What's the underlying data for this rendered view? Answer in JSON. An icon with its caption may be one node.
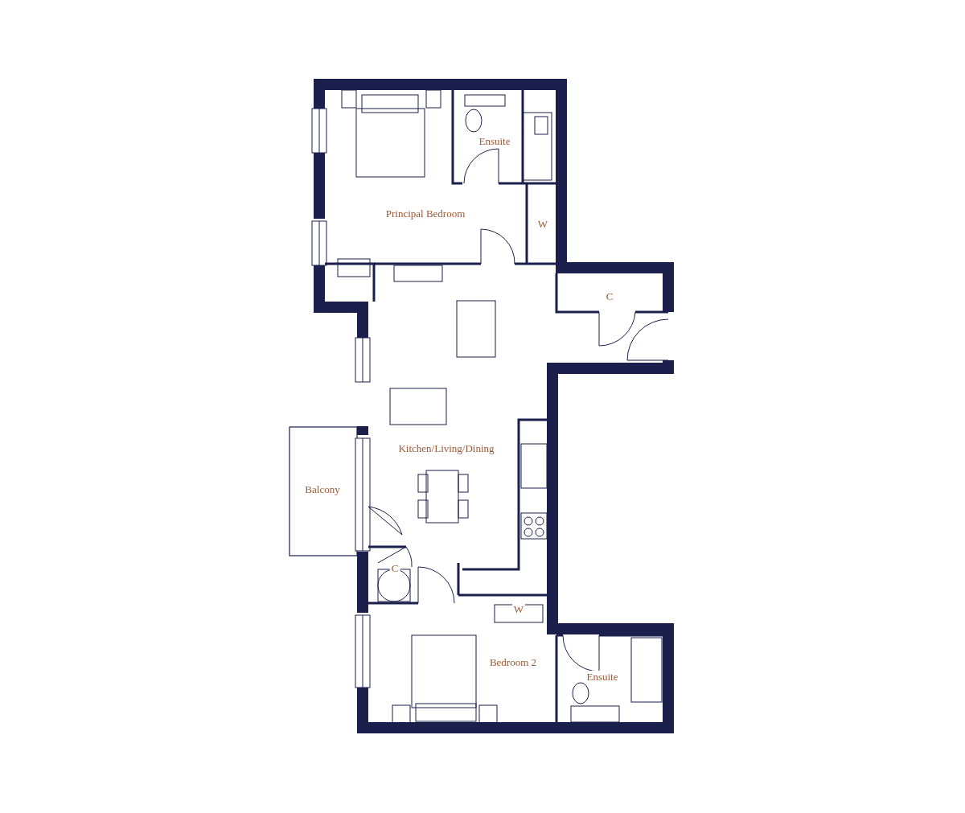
{
  "diagram": {
    "labels": [
      "Ensuite",
      "W",
      "Principal Bedroom",
      "C",
      "Kitchen/Living/Dining",
      "Balcony",
      "C",
      "W",
      "Bedroom 2",
      "Ensuite"
    ]
  }
}
